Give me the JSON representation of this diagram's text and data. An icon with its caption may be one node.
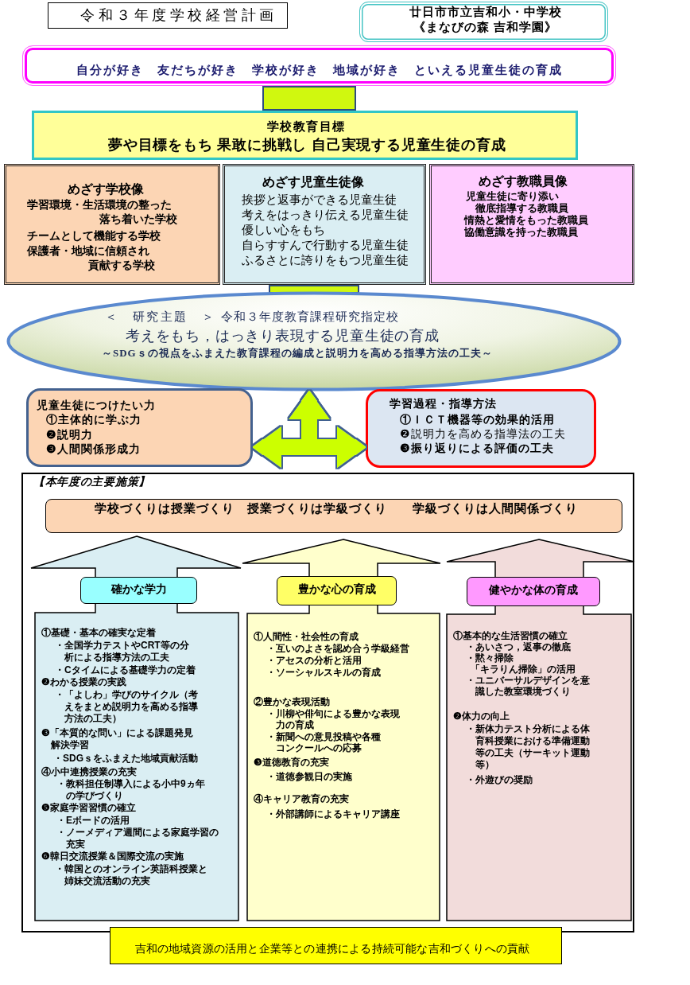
{
  "diagram": {
    "title": "令和３年度学校経営計画",
    "nodes": [
      {
        "text": [
          "廿日市市立吉和小・中学校",
          "《まなびの森 吉和学園》"
        ]
      },
      {
        "text": [
          "自分が好き　友だちが好き　学校が好き　地域が好き　といえる児童生徒の育成"
        ]
      },
      {
        "text": [],
        "shape": "box"
      },
      {
        "text": [
          "学校教育目標",
          "夢や目標をもち 果敢に挑戦し 自己実現する児童生徒の育成"
        ]
      },
      {
        "text": [
          "めざす学校像",
          "学習環境・生活環境の整った落ち着いた学校",
          "チームとして機能する学校",
          "保護者・地域に信頼され貢献する学校"
        ]
      },
      {
        "text": [
          "めざす児童生徒像",
          "挨拶と返事ができる児童生徒",
          "考えをはっきり伝える児童生徒",
          "優しい心をもち",
          "自らすすんで行動する児童生徒",
          "ふるさとに誇りをもつ児童生徒"
        ]
      },
      {
        "text": [
          "めざす教職員像",
          "児童生徒に寄り添い徹底指導する教職員",
          "情熱と愛情をもった教職員",
          "協働意識を持った教職員"
        ]
      },
      {
        "text": [],
        "shape": "box"
      },
      {
        "text": [
          "＜　研究主題　＞",
          "令和３年度教育課程研究指定校",
          "考えをもち，はっきり表現する児童生徒の育成",
          "～SDGｓの視点をふまえた教育課程の編成と説明力を高める指導方法の工夫～"
        ]
      },
      {
        "text": [
          "児童生徒につけたい力",
          "①主体的に学ぶ力",
          "❷説明力",
          "❸人間関係形成力"
        ]
      },
      {
        "text": [
          "学習過程・指導方法",
          "①ＩＣＴ機器等の効果的活用",
          "❷説明力を高める指導法の工夫",
          "❸振り返りによる評価の工夫"
        ]
      },
      {
        "text": [
          "【本年度の主要施策】"
        ]
      },
      {
        "text": [
          "学校づくりは授業づくり　授業づくりは学級づくり　　学級づくりは人間関係づくり"
        ],
        "in": 11
      },
      {
        "text": [
          "①基礎・基本の確実な定着",
          "・全国学力テストやCRT等の分析による指導方法の工夫",
          "・Cタイムによる基礎学力の定着",
          "❷わかる授業の実践",
          "・「よしわ」学びのサイクル（考えをまとめ説明力を高める指導方法の工夫）",
          "❸「本質的な問い」による課題発見解決学習",
          "・SDGｓをふまえた地域貢献活動",
          "④小中連携授業の充実",
          "・教科担任制導入による小中9ヵ年の学びづくり",
          "❺家庭学習習慣の確立",
          "・Eボードの活用",
          "・ノーメディア週間による家庭学習の充実",
          "❻韓日交流授業＆国際交流の実施",
          "・韓国とのオンライン英語科授業と姉妹交流活動の充実"
        ],
        "in": 11
      },
      {
        "text": [
          "確かな学力"
        ],
        "in": 13
      },
      {
        "text": [
          "①人間性・社会性の育成",
          "・互いのよさを認め合う学級経営",
          "・アセスの分析と活用",
          "・ソーシャルスキルの育成",
          "②豊かな表現活動",
          "・川柳や俳句による豊かな表現力の育成",
          "・新聞への意見投稿や各種コンクールへの応募",
          "❸道徳教育の充実",
          "・道徳参観日の実施",
          "④キャリア教育の充実",
          "・外部講師によるキャリア講座"
        ],
        "in": 11
      },
      {
        "text": [
          "豊かな心の育成"
        ],
        "in": 15
      },
      {
        "text": [
          "①基本的な生活習慣の確立",
          "・あいさつ，返事の徹底",
          "・黙々掃除",
          "「キラりん掃除」の活用",
          "・ユニバーサルデザインを意識した教室環境づくり",
          "❷体力の向上",
          "・新体力テスト分析による体育科授業における準備運動等の工夫（サーキット運動等）",
          "・外遊びの奨励"
        ],
        "in": 11
      },
      {
        "text": [
          "健やかな体の育成"
        ],
        "in": 17
      },
      {
        "text": [
          "吉和の地域資源の活用と企業等との連携による持続可能な吉和づくりへの貢献"
        ]
      }
    ],
    "edges": [
      {
        "from": 8,
        "to": 9,
        "arrow": "both"
      },
      {
        "from": 8,
        "to": 10,
        "arrow": "both"
      }
    ]
  }
}
